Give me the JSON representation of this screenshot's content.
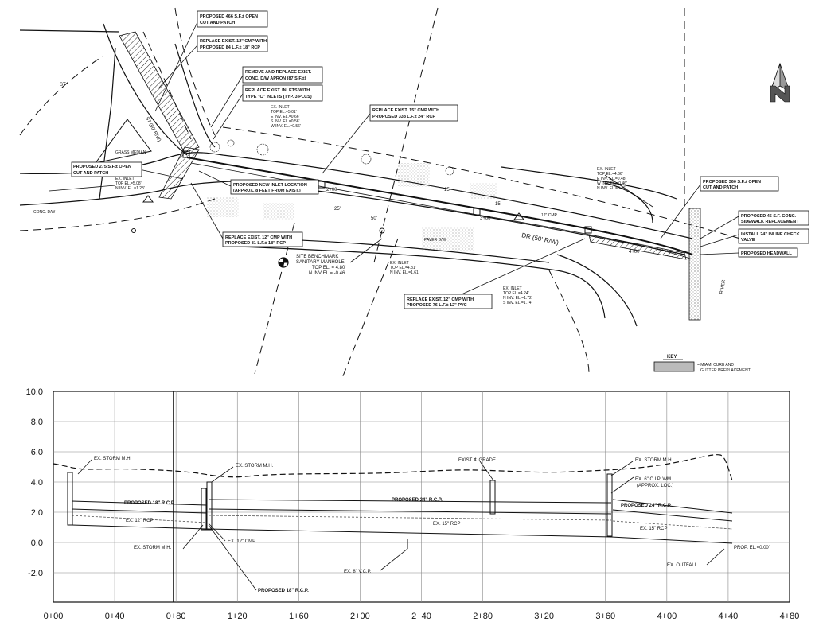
{
  "plan": {
    "callouts": {
      "c1": [
        "PROPOSED 466 S.F.± OPEN",
        "CUT AND PATCH"
      ],
      "c2": [
        "REPLACE EXIST. 12\" CMP WITH",
        "PROPOSED 84 L.F.± 18\" RCP"
      ],
      "c3": [
        "REMOVE AND REPLACE EXIST.",
        "CONC. D/W APRON (87 S.F.±)"
      ],
      "c4": [
        "REPLACE EXIST. INLETS WITH",
        "TYPE \"C\" INLETS (TYP. 3 PLCS)"
      ],
      "c5": [
        "REPLACE EXIST. 15\" CMP WITH",
        "PROPOSED 338 L.F.± 24\" RCP"
      ],
      "c6": [
        "PROPOSED 275 S.F.± OPEN",
        "CUT AND PATCH"
      ],
      "c7": [
        "PROPOSED NEW INLET LOCATION",
        "(APPROX. 8 FEET FROM EXIST.)"
      ],
      "c8": [
        "REPLACE EXIST. 12\" CMP WITH",
        "PROPOSED 81 L.F.± 18\" RCP"
      ],
      "c9": [
        "PROPOSED 360 S.F.± OPEN",
        "CUT AND PATCH"
      ],
      "c10": [
        "PROPOSED 45 S.F. CONC.",
        "SIDEWALK REPLACEMENT"
      ],
      "c11": [
        "INSTALL 24\" INLINE CHECK",
        "VALVE"
      ],
      "c12": [
        "PROPOSED HEADWALL"
      ],
      "c13": [
        "REPLACE EXIST. 12\" CMP WITH",
        "PROPOSED 76 L.F.± 12\" PVC"
      ]
    },
    "benchmark": [
      "SITE BENCHMARK",
      "SANITARY MANHOLE",
      "TOP EL. = 4.80'",
      "N INV EL = -0.46"
    ],
    "inlet_notes": {
      "n1": [
        "EX. INLET",
        "TOP EL.=5.08'",
        "N INV. EL.=1.28'"
      ],
      "n2": [
        "EX. INLET",
        "TOP EL.=5.01'",
        "E INV. EL.=0.66'",
        "S INV. EL.=0.56'",
        "W INV. EL.=0.56'"
      ],
      "n3": [
        "EX. INLET",
        "TOP EL.=4.31'",
        "N INV. EL.=1.61'"
      ],
      "n4": [
        "EX. INLET",
        "TOP EL.=4.66'",
        "E INV. EL.=0.48'",
        "W INV. EL.=0.46'",
        "N INV. EL.=0.46'"
      ],
      "n5": [
        "EX. INLET",
        "TOP EL.=4.24'",
        "N INV. EL.=1.72'",
        "S INV. EL.=1.74'"
      ]
    },
    "text": {
      "st": "ST",
      "st_row": "ST (50' R/W)",
      "dr_row": "DR (50' R/W)",
      "grass_median": "GRASS\nMEDIAN",
      "sta_200": "2+00",
      "sta_300": "3+00",
      "sta_400": "4+00",
      "dim_25": "25'",
      "dim_50": "50'",
      "dim_15a": "15'",
      "dim_15b": "15'",
      "river": "RIVER",
      "cmp_12": "12\" CMP",
      "conc_dw": "CONC. D/W",
      "paver_dw": "PAVER D/W"
    },
    "key": {
      "title": "KEY",
      "item": [
        "= MIAMI CURB AND",
        "GUTTER PREPLACEMENT"
      ]
    }
  },
  "profile": {
    "y_ticks": [
      "10.0",
      "8.0",
      "6.0",
      "4.0",
      "2.0",
      "0.0",
      "-2.0"
    ],
    "x_ticks": [
      "0+00",
      "0+40",
      "0+80",
      "1+20",
      "1+60",
      "2+00",
      "2+40",
      "2+80",
      "3+20",
      "3+60",
      "4+00",
      "4+40",
      "4+80"
    ],
    "labels": {
      "storm_mh_1": "EX. STORM M.H.",
      "storm_mh_2": "EX. STORM M.H.",
      "storm_mh_3": "EX. STORM M.H.",
      "storm_mh_4": "EX. STORM M.H.",
      "exist_grade": "EXIST. ℄ GRADE",
      "cip_wm": "EX. 6\" C.I.P. WM",
      "cip_wm_2": "(APPROX. LOC.)",
      "prop_18": "PROPOSED 18\" R.C.P.",
      "prop_24a": "PROPOSED 24\" R.C.P.",
      "prop_24b": "PROPOSED 24\" R.C.P.",
      "ex_12rcp": "EX. 12\" RCP",
      "ex_15rcp_a": "EX. 15\" RCP",
      "ex_15rcp_b": "EX. 15\" RCP",
      "ex_12cmp": "EX. 12\" CMP",
      "prop_18_b": "PROPOSED 18\" R.C.P.",
      "ex_vcp": "EX. 8\" V.C.P.",
      "ex_outfall": "EX. OUTFALL",
      "prop_el": "PROP. EL.=0.00'"
    }
  }
}
